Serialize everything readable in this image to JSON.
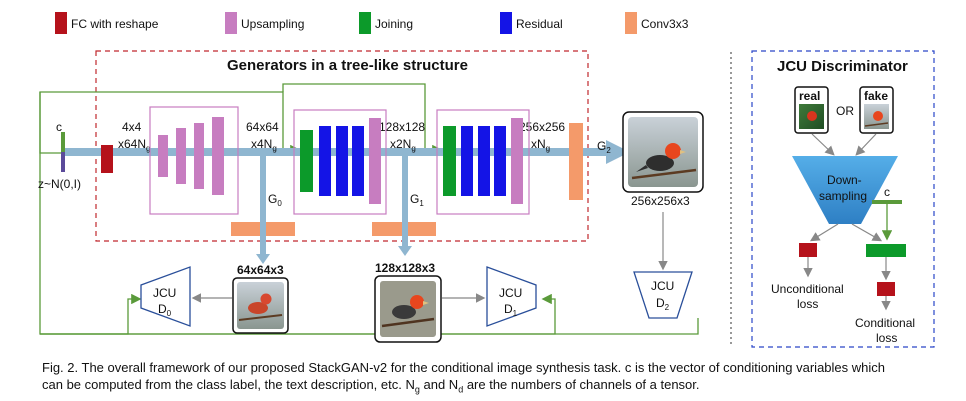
{
  "legend": [
    {
      "label": "FC with reshape",
      "color": "#b5121b"
    },
    {
      "label": "Upsampling",
      "color": "#c77dc0"
    },
    {
      "label": "Joining",
      "color": "#0c9a2a"
    },
    {
      "label": "Residual",
      "color": "#1414e6"
    },
    {
      "label": "Conv3x3",
      "color": "#f49a6a"
    }
  ],
  "generator": {
    "title": "Generators in a tree-like structure",
    "input_c": "c",
    "input_z": "z~N(0,I)",
    "dims": {
      "d1a": "4x4",
      "d1b": "x64N",
      "d1sub": "g",
      "d2a": "64x64",
      "d2b": "x4N",
      "d2sub": "g",
      "d3a": "128x128",
      "d3b": "x2N",
      "d3sub": "g",
      "d4a": "256x256",
      "d4b": "xN",
      "d4sub": "g"
    },
    "outputs": {
      "g0": "G",
      "g0sub": "0",
      "g1": "G",
      "g1sub": "1",
      "g2": "G",
      "g2sub": "2"
    }
  },
  "images": {
    "img0_label": "64x64x3",
    "img1_label": "128x128x3",
    "img2_label": "256x256x3"
  },
  "discriminators": {
    "d0_top": "JCU",
    "d0_bot": "D",
    "d0_sub": "0",
    "d1_top": "JCU",
    "d1_bot": "D",
    "d1_sub": "1",
    "d2_top": "JCU",
    "d2_bot": "D",
    "d2_sub": "2"
  },
  "jcu": {
    "title": "JCU Discriminator",
    "real": "real",
    "or": "OR",
    "fake": "fake",
    "down1": "Down-",
    "down2": "sampling",
    "c": "c",
    "uncond1": "Unconditional",
    "uncond2": "loss",
    "cond1": "Conditional",
    "cond2": "loss"
  },
  "caption": {
    "line1": "Fig. 2. The overall framework of our proposed StackGAN-v2 for the conditional image synthesis task. c is the vector of conditioning variables which",
    "line2": "can be computed from the class label, the text description, etc. N",
    "line2_g": "g",
    "line2_mid": " and N",
    "line2_d": "d",
    "line2_end": " are the numbers of channels of a tensor."
  }
}
